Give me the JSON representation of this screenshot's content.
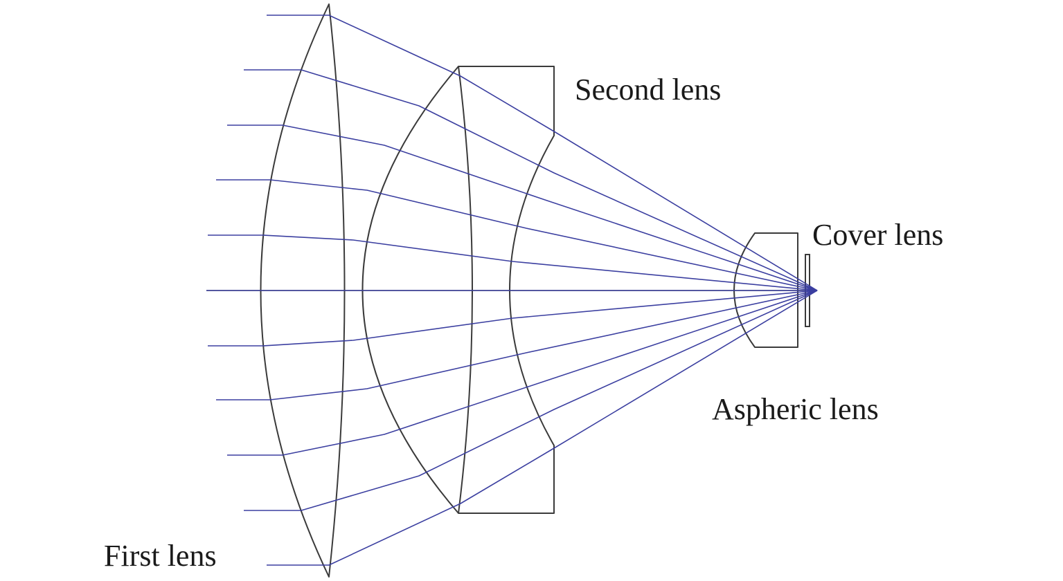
{
  "labels": {
    "first_lens": "First lens",
    "second_lens": "Second lens",
    "cover_lens": "Cover lens",
    "aspheric_lens": "Aspheric lens"
  },
  "colors": {
    "ray": "#3b3fa0",
    "lens_outline": "#3a3a3a",
    "axis": "#3a3a3a",
    "background": "#ffffff"
  },
  "ray_count": 11
}
